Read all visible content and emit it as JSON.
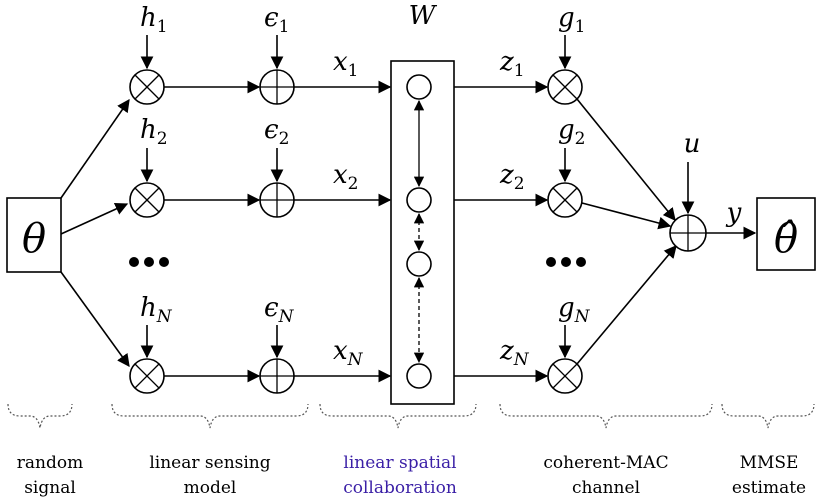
{
  "inputs": {
    "theta": "θ",
    "theta_hat": "θ̂"
  },
  "labels": {
    "h1": "h",
    "h1_sub": "1",
    "h2": "h",
    "h2_sub": "2",
    "hN": "h",
    "hN_sub": "N",
    "e1": "ϵ",
    "e1_sub": "1",
    "e2": "ϵ",
    "e2_sub": "2",
    "eN": "ϵ",
    "eN_sub": "N",
    "x1": "x",
    "x1_sub": "1",
    "x2": "x",
    "x2_sub": "2",
    "xN": "x",
    "xN_sub": "N",
    "W": "W",
    "z1": "z",
    "z1_sub": "1",
    "z2": "z",
    "z2_sub": "2",
    "zN": "z",
    "zN_sub": "N",
    "g1": "g",
    "g1_sub": "1",
    "g2": "g",
    "g2_sub": "2",
    "gN": "g",
    "gN_sub": "N",
    "u": "u",
    "y": "y"
  },
  "captions": {
    "random_signal": [
      "random",
      "signal"
    ],
    "linear_sensing": [
      "linear sensing",
      "model"
    ],
    "spatial_collab": [
      "linear spatial",
      "collaboration"
    ],
    "coherent_mac": [
      "coherent-MAC",
      "channel"
    ],
    "mmse": [
      "MMSE",
      "estimate"
    ]
  },
  "colors": {
    "accent_caption": "#3a1fa6",
    "stroke": "#000000"
  }
}
